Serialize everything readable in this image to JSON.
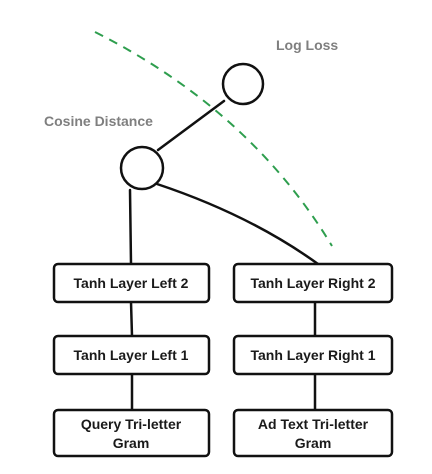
{
  "labels": {
    "log_loss": "Log Loss",
    "cosine_distance": "Cosine Distance"
  },
  "left_column": {
    "layer2": "Tanh Layer Left 2",
    "layer1": "Tanh Layer Left 1",
    "input_line1": "Query Tri-letter",
    "input_line2": "Gram"
  },
  "right_column": {
    "layer2": "Tanh Layer Right 2",
    "layer1": "Tanh Layer Right 1",
    "input_line1": "Ad Text Tri-letter",
    "input_line2": "Gram"
  },
  "colors": {
    "line": "#111111",
    "dashed_separator": "#2e9e4e",
    "label": "#7f7f7f"
  }
}
